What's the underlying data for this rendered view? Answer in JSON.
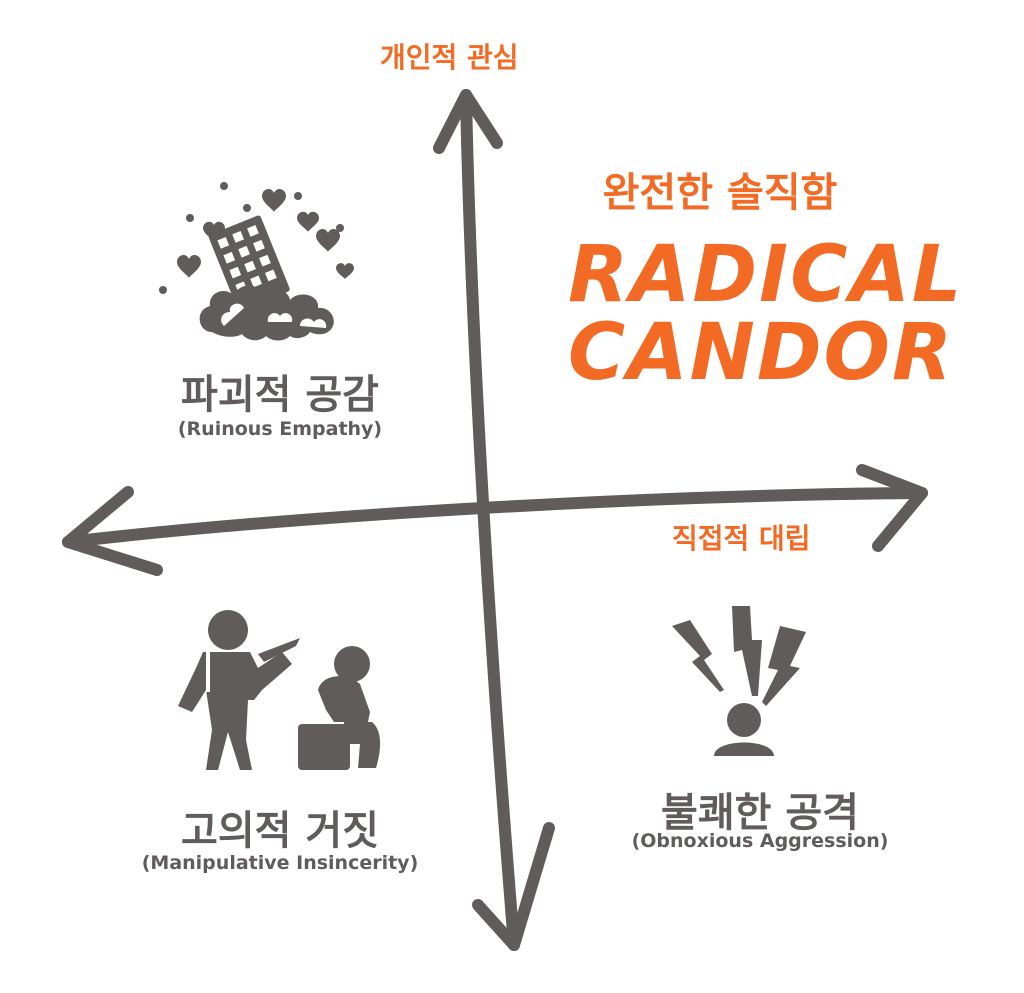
{
  "axes": {
    "vertical_label": "개인적 관심",
    "horizontal_label": "직접적 대립"
  },
  "quadrants": {
    "top_right": {
      "title": "완전한 솔직함",
      "brand_line1": "RADICAL",
      "brand_line2": "CANDOR"
    },
    "top_left": {
      "title": "파괴적 공감",
      "subtitle": "(Ruinous Empathy)",
      "icon": "collapsing-building-hearts-icon"
    },
    "bottom_left": {
      "title": "고의적 거짓",
      "subtitle": "(Manipulative Insincerity)",
      "icon": "backstab-figures-icon"
    },
    "bottom_right": {
      "title": "불쾌한 공격",
      "subtitle": "(Obnoxious Aggression)",
      "icon": "person-lightning-icon"
    }
  },
  "colors": {
    "accent": "#f26a24",
    "gray": "#5f5c5b"
  }
}
